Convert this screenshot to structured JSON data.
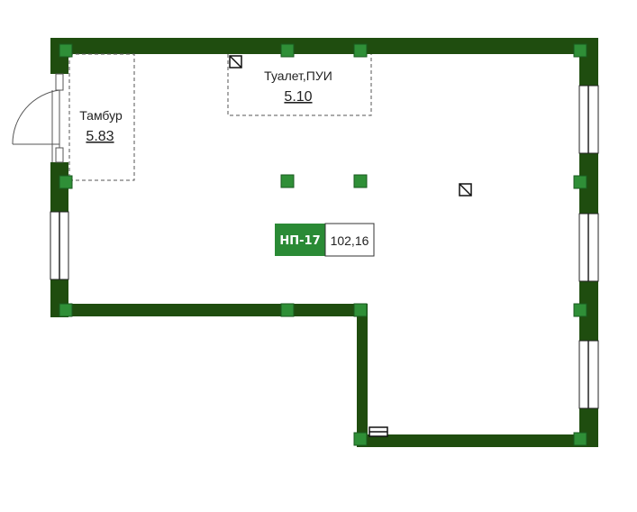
{
  "colors": {
    "wall": "#1f4d0f",
    "column": "#2f8f37",
    "badge": "#2a8a35",
    "dash": "#555555"
  },
  "rooms": [
    {
      "name": "Тамбур",
      "area": "5.83"
    },
    {
      "name": "Туалет,ПУИ",
      "area": "5.10"
    }
  ],
  "unit": {
    "code": "НП-17",
    "area": "102,16"
  },
  "icons": [
    "door-swing-icon",
    "ventilation-shaft-icon",
    "window-icon",
    "column-icon"
  ]
}
